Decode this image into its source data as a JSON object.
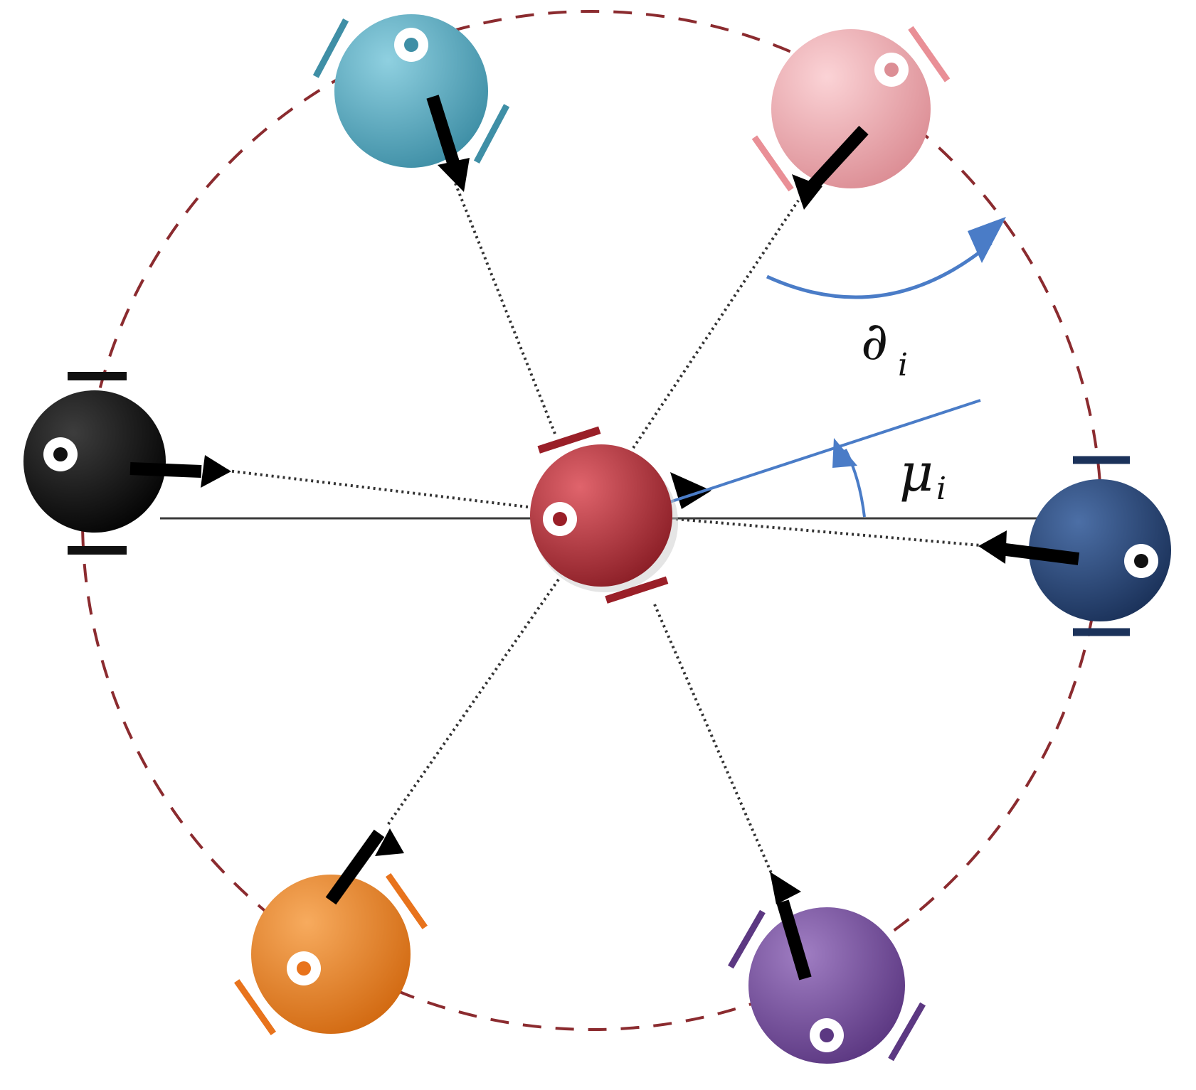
{
  "diagram": {
    "labels": {
      "angle_outer": {
        "symbol": "∂",
        "subscript": "i"
      },
      "angle_inner": {
        "symbol": "μ",
        "subscript": "i"
      }
    },
    "colors": {
      "background": "#ffffff",
      "formation_circle": "#8b2b2f",
      "angle_arc": "#4a7cc7",
      "link_line": "#333333",
      "heading_arrow": "#000000"
    },
    "robots": [
      {
        "id": "center",
        "color": "#b0313a",
        "role": "central"
      },
      {
        "id": "teal",
        "color": "#5aa9bf",
        "role": "neighbor"
      },
      {
        "id": "pink",
        "color": "#eda5aa",
        "role": "neighbor"
      },
      {
        "id": "black",
        "color": "#141414",
        "role": "neighbor"
      },
      {
        "id": "navy",
        "color": "#2a4a7a",
        "role": "neighbor"
      },
      {
        "id": "orange",
        "color": "#e98228",
        "role": "neighbor"
      },
      {
        "id": "purple",
        "color": "#7c55a0",
        "role": "neighbor"
      }
    ]
  }
}
